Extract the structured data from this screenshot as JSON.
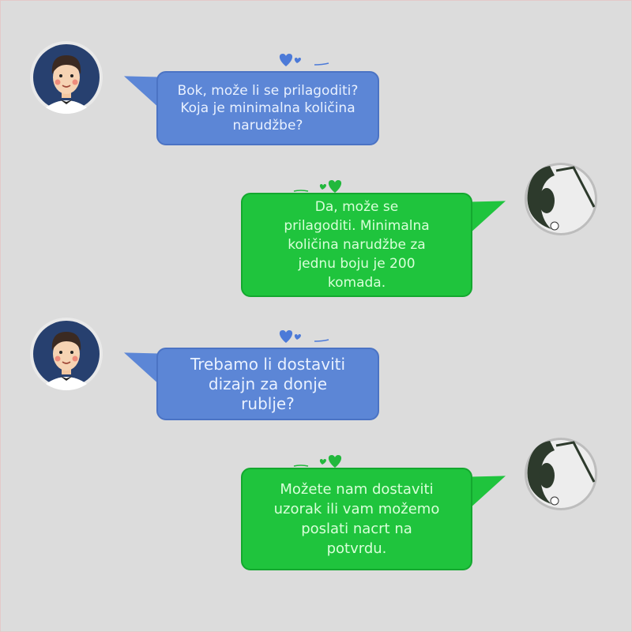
{
  "chat": {
    "messages": [
      {
        "sender": "customer",
        "text": "Bok, može li se prilagoditi?\nKoja je minimalna količina\nnarudžbe?"
      },
      {
        "sender": "supplier",
        "text": "Da, može se\nprilagoditi. Minimalna\nkoličina narudžbe za\njednu boju je 200\nkomada."
      },
      {
        "sender": "customer",
        "text": "Trebamo li dostaviti\ndizajn za donje\nrublje?"
      },
      {
        "sender": "supplier",
        "text": "Možete nam dostaviti\nuzorak ili vam možemo\nposlati nacrt na\npotvrdu."
      }
    ]
  },
  "icons": {
    "customer_avatar": "man-avatar-icon",
    "supplier_avatar": "panda-avatar-icon",
    "decoration": "hearts-icon"
  },
  "colors": {
    "background": "#dcdcdc",
    "customer_bubble": "#5c86d6",
    "supplier_bubble": "#1fc43d",
    "customer_hearts": "#4c7ad8",
    "supplier_hearts": "#22b83c"
  }
}
